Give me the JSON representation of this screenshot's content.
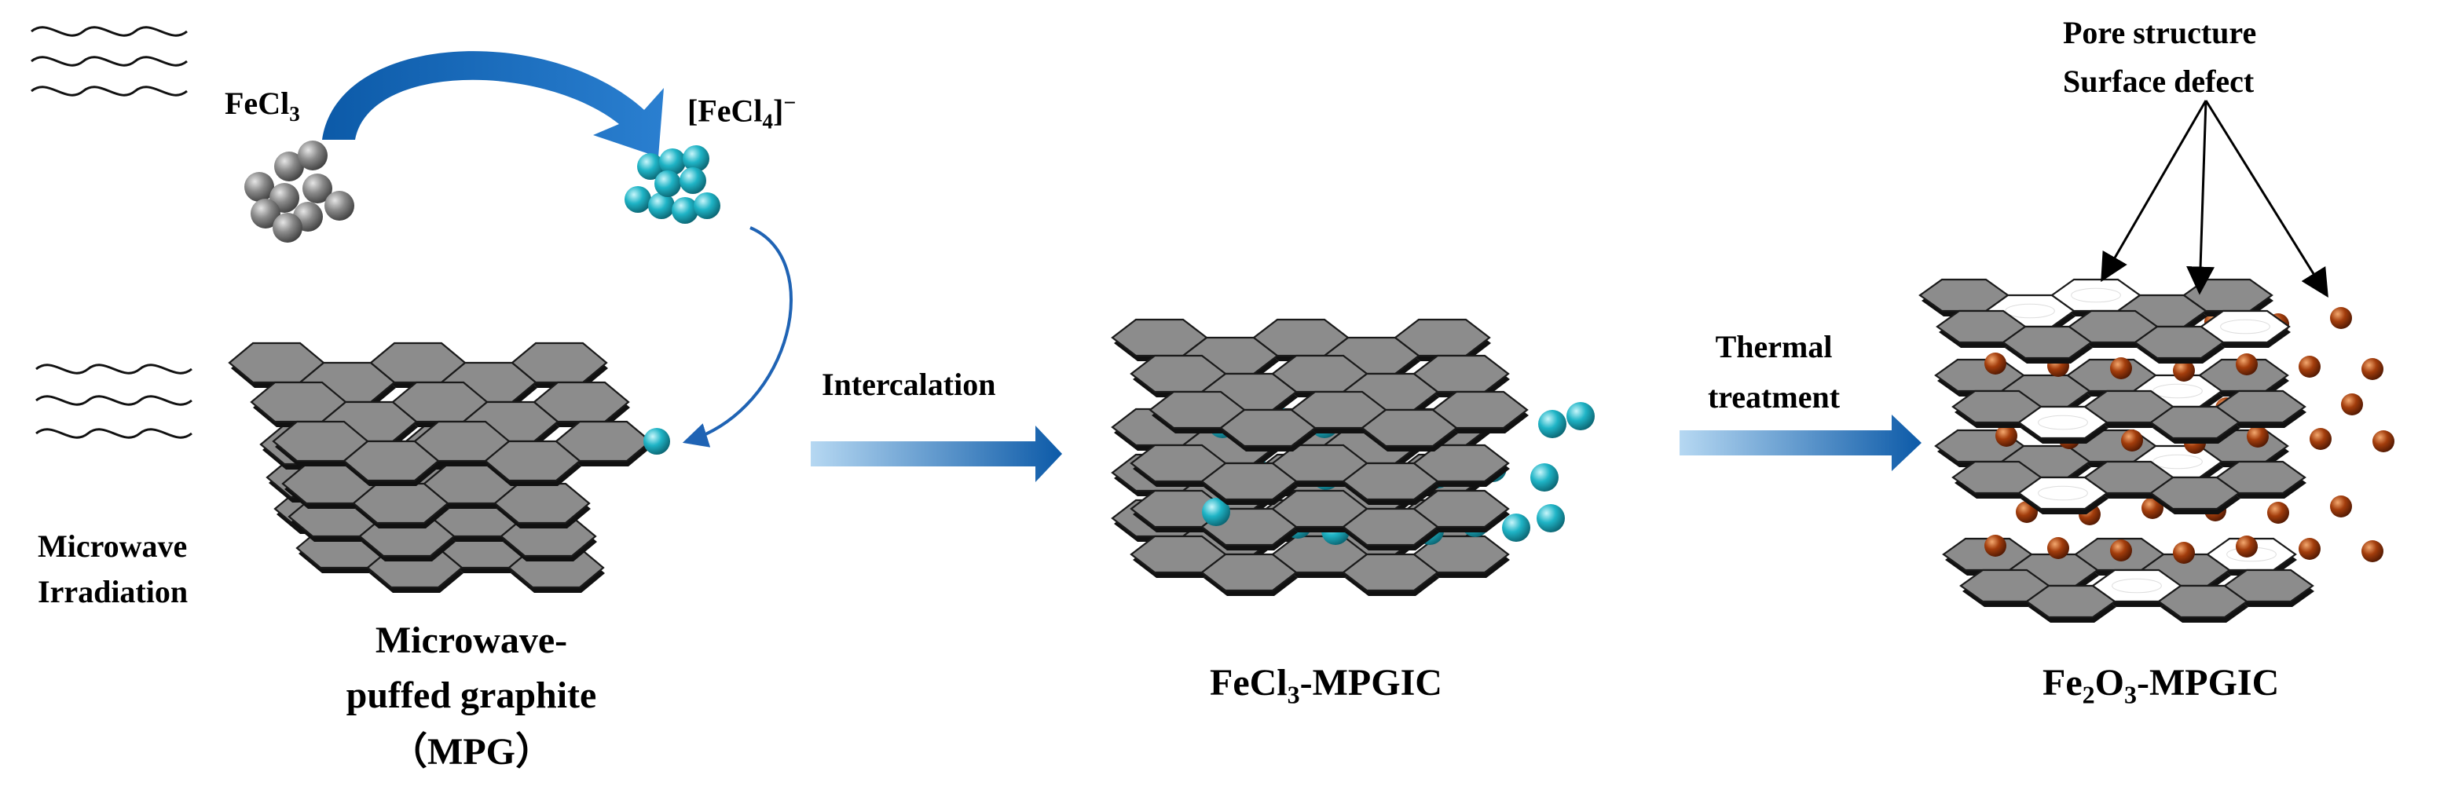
{
  "reagent": {
    "fecl3_base": "FeCl",
    "fecl3_sub": "3",
    "ion_open": "[FeCl",
    "ion_sub": "4",
    "ion_close": "]",
    "ion_charge": "−"
  },
  "stage1": {
    "irradiation_line1": "Microwave",
    "irradiation_line2": "Irradiation",
    "name_line1": "Microwave-",
    "name_line2": "puffed graphite",
    "name_line3": "（MPG）"
  },
  "step1": {
    "label": "Intercalation"
  },
  "stage2": {
    "name_a": "FeCl",
    "name_sub": "3",
    "name_b": "-MPGIC"
  },
  "step2": {
    "label_line1": "Thermal",
    "label_line2": "treatment"
  },
  "stage3": {
    "name_a": "Fe",
    "name_sub1": "2",
    "name_b": "O",
    "name_sub2": "3",
    "name_c": "-MPGIC",
    "annotation_line1": "Pore structure",
    "annotation_line2": "Surface defect"
  },
  "colors": {
    "sheet_fill": "#8c8c8c",
    "sheet_stroke": "#1a1a1a",
    "fecl3_sphere": "#6f6f6f",
    "fecl4_sphere": "#21b8c9",
    "fe2o3_sphere": "#a33d0c",
    "curved_arrow": "#1f63b4",
    "step_arrow_start": "#b6d8f2",
    "step_arrow_end": "#0c5aa8"
  }
}
